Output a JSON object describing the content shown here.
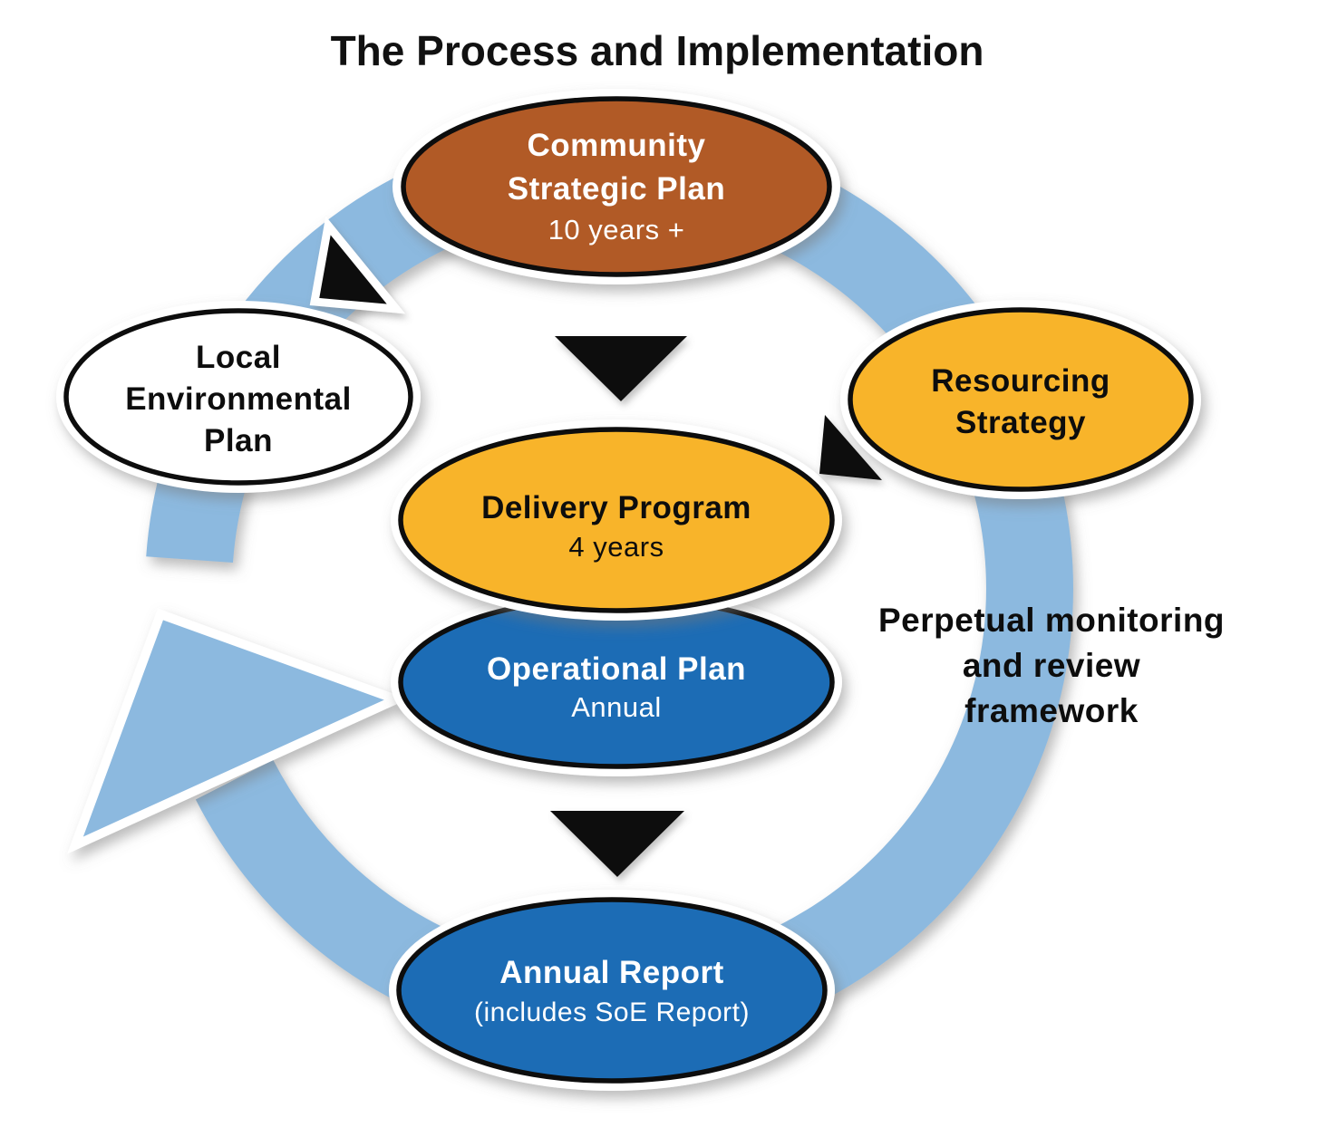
{
  "title": "The Process and Implementation",
  "colors": {
    "ring": "#8CB9DF",
    "brown": "#B15A27",
    "gold": "#F8B42A",
    "blue": "#1A6CB5",
    "white": "#FFFFFF",
    "black": "#0A0A0A"
  },
  "nodes": {
    "community": {
      "line1": "Community",
      "line2": "Strategic Plan",
      "sub": "10 years +"
    },
    "resourcing": {
      "line1": "Resourcing",
      "line2": "Strategy"
    },
    "lep": {
      "line1": "Local",
      "line2": "Environmental",
      "line3": "Plan"
    },
    "delivery": {
      "line1": "Delivery Program",
      "sub": "4 years"
    },
    "operational": {
      "line1": "Operational Plan",
      "sub": "Annual"
    },
    "annual": {
      "line1": "Annual Report",
      "sub": "(includes SoE Report)"
    }
  },
  "annotation": {
    "line1": "Perpetual monitoring",
    "line2": "and review",
    "line3": "framework"
  },
  "icons": {
    "cycle_arrowhead": "large-triangle-arrowhead",
    "down_arrows": "black-triangle-down",
    "side_arrows": "black-triangle-corner"
  }
}
